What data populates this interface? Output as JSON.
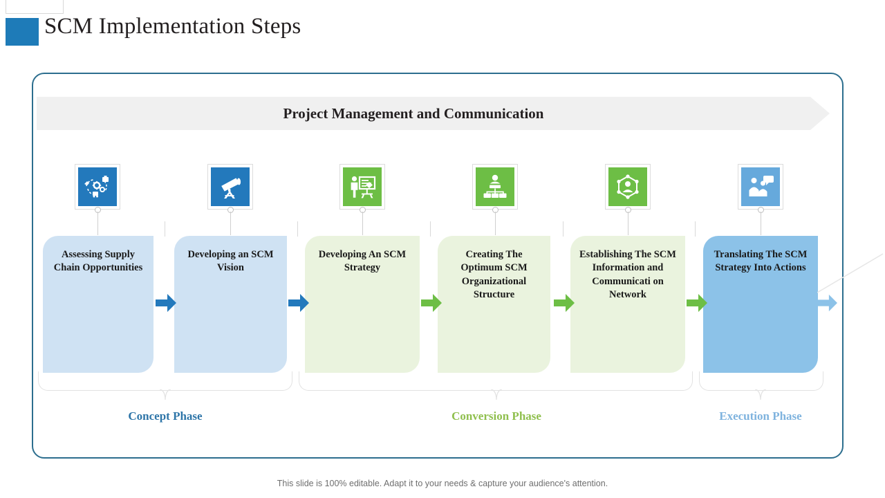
{
  "slide": {
    "title": "SCM Implementation Steps",
    "banner_title": "Project Management and Communication",
    "footer_note": "This slide is 100% editable. Adapt it to your needs & capture your audience's attention."
  },
  "colors": {
    "title_accent": "#1E7BB8",
    "frame_border": "#2C6E8E",
    "banner_bg": "#F0F0F0",
    "icon_blue_dark": "#2379BC",
    "icon_green": "#6DBE45",
    "icon_blue_light": "#66A9DC",
    "card_blue_light": "#CFE2F3",
    "card_green_light": "#EAF3DE",
    "card_blue_mid": "#8CC2E8",
    "arrow_blue": "#2379BC",
    "arrow_green": "#6DBE45",
    "arrow_blue_light": "#8CC2E8",
    "phase_concept": "#2E75A8",
    "phase_conversion": "#8FBF4D",
    "phase_execution": "#7FB3DE"
  },
  "steps": [
    {
      "label": "Assessing  Supply Chain Opportunities",
      "icon": "supply-chain-network-icon",
      "icon_bg": "#2379BC",
      "card_bg": "#CFE2F3",
      "arrow_color": "#2379BC",
      "phase": "Concept Phase"
    },
    {
      "label": "Developing an SCM Vision",
      "icon": "telescope-icon",
      "icon_bg": "#2379BC",
      "card_bg": "#CFE2F3",
      "arrow_color": "#2379BC",
      "phase": "Concept Phase"
    },
    {
      "label": "Developing An SCM Strategy",
      "icon": "presentation-board-icon",
      "icon_bg": "#6DBE45",
      "card_bg": "#EAF3DE",
      "arrow_color": "#6DBE45",
      "phase": "Conversion Phase"
    },
    {
      "label": "Creating The Optimum SCM Organizational Structure",
      "icon": "org-chart-icon",
      "icon_bg": "#6DBE45",
      "card_bg": "#EAF3DE",
      "arrow_color": "#6DBE45",
      "phase": "Conversion Phase"
    },
    {
      "label": "Establishing The SCM Information and Communicati on Network",
      "icon": "network-person-icon",
      "icon_bg": "#6DBE45",
      "card_bg": "#EAF3DE",
      "arrow_color": "#6DBE45",
      "phase": "Conversion Phase"
    },
    {
      "label": "Translating The SCM Strategy Into Actions",
      "icon": "people-chat-icon",
      "icon_bg": "#66A9DC",
      "card_bg": "#8CC2E8",
      "arrow_color": "#8CC2E8",
      "phase": "Execution Phase"
    }
  ],
  "phases": [
    {
      "label": "Concept Phase",
      "color": "#2E75A8"
    },
    {
      "label": "Conversion Phase",
      "color": "#8FBF4D"
    },
    {
      "label": "Execution Phase",
      "color": "#7FB3DE"
    }
  ]
}
